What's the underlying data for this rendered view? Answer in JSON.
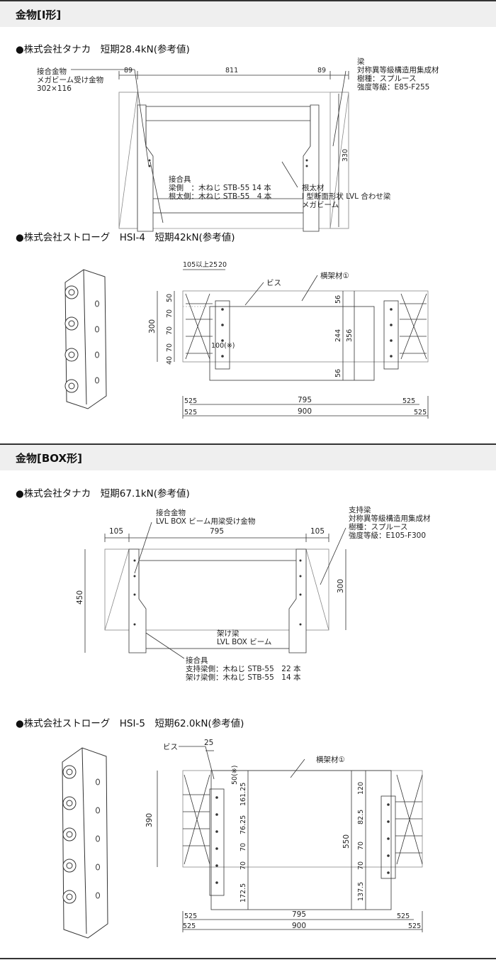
{
  "sections": [
    {
      "title": "金物[I形]"
    },
    {
      "title": "金物[BOX形]"
    }
  ],
  "i_tanaka": {
    "heading": "●株式会社タナカ　短期28.4kN(参考値)",
    "dim_left": "89",
    "dim_mid": "811",
    "dim_right": "89",
    "dim_height": "330",
    "label_connector": [
      "接合金物",
      "メガビーム受け金物",
      "302×116"
    ],
    "label_beam": [
      "梁",
      "対称異等級構造用集成材",
      "樹種：スプルース",
      "強度等級：E85-F255"
    ],
    "label_fastener": [
      "接合具",
      "梁側　：木ねじ STB-55 14 本",
      "根太側：木ねじ STB-55　4 本"
    ],
    "label_joist": [
      "根太材",
      "I 型断面形状 LVL 合わせ梁",
      "メガビーム"
    ]
  },
  "i_strog": {
    "heading": "●株式会社ストローグ　HSI-4　短期42kN(参考値)",
    "dim_top": [
      "105以上",
      "25",
      "20"
    ],
    "label_screw": "ビス",
    "label_member": "横架材①",
    "dim_left": [
      "300",
      "50",
      "70",
      "70",
      "70",
      "40"
    ],
    "dim_right": [
      "56",
      "244",
      "356",
      "56"
    ],
    "dim_note": "100(※)",
    "dim_bottom_small": [
      "525",
      "525",
      "525",
      "525"
    ],
    "dim_bottom_mid": "795",
    "dim_bottom_total": "900"
  },
  "box_tanaka": {
    "heading": "●株式会社タナカ　短期67.1kN(参考値)",
    "dim_left": "105",
    "dim_mid": "795",
    "dim_right": "105",
    "dim_height_left": "450",
    "dim_height_right": "300",
    "label_connector": [
      "接合金物",
      "LVL BOX ビーム用梁受け金物"
    ],
    "label_support": [
      "支持梁",
      "対称異等級構造用集成材",
      "樹種：スプルース",
      "強度等級：E105-F300"
    ],
    "label_beam": [
      "架け梁",
      "LVL BOX ビーム"
    ],
    "label_fastener": [
      "接合具",
      "支持梁側：木ねじ STB-55　22 本",
      "架け梁側：木ねじ STB-55　14 本"
    ]
  },
  "box_strog": {
    "heading": "●株式会社ストローグ　HSI-5　短期62.0kN(参考値)",
    "label_screw": "ビス",
    "dim_top": "25",
    "dim_note": "50(※)",
    "label_member": "横架材①",
    "dim_left": "390",
    "dim_vert_a": [
      "161.25",
      "76.25",
      "70",
      "70",
      "172.5"
    ],
    "dim_vert_b": [
      "120",
      "82.5",
      "70",
      "70",
      "137.5"
    ],
    "dim_height": "550",
    "dim_bottom_small": [
      "525",
      "525",
      "525",
      "525"
    ],
    "dim_bottom_mid": "795",
    "dim_bottom_total": "900"
  }
}
